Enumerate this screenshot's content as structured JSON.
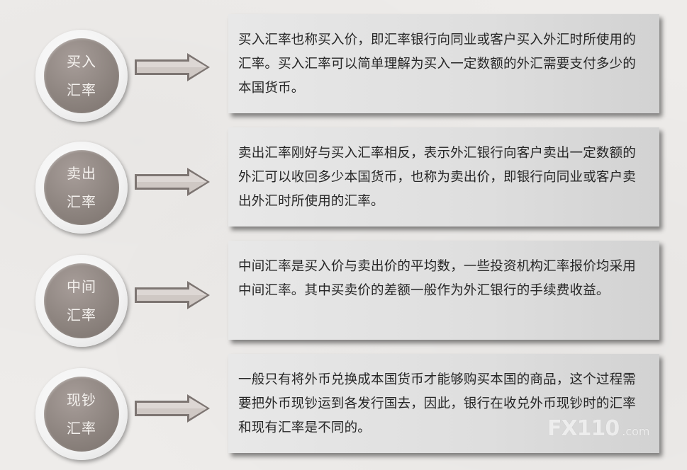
{
  "items": [
    {
      "label_line1": "买入",
      "label_line2": "汇率",
      "text": "买入汇率也称买入价，即汇率银行向同业或客户买入外汇时所使用的汇率。买入汇率可以简单理解为买入一定数额的外汇需要支付多少的本国货币。"
    },
    {
      "label_line1": "卖出",
      "label_line2": "汇率",
      "text": "卖出汇率刚好与买入汇率相反，表示外汇银行向客户卖出一定数额的外汇可以收回多少本国货币，也称为卖出价，即银行向同业或客户卖出外汇时所使用的汇率。"
    },
    {
      "label_line1": "中间",
      "label_line2": "汇率",
      "text": "中间汇率是买入价与卖出价的平均数，一些投资机构汇率报价均采用中间汇率。其中买卖价的差额一般作为外汇银行的手续费收益。"
    },
    {
      "label_line1": "现钞",
      "label_line2": "汇率",
      "text": "一般只有将外币兑换成本国货币才能够购买本国的商品，这个过程需要把外币现钞运到各发行国去，因此，银行在收兑外币现钞时的汇率和现有汇率是不同的。"
    }
  ],
  "watermark": {
    "brand": "FX110",
    "suffix": ".com"
  },
  "colors": {
    "circle_fill": "#8e8580",
    "arrow_fill": "#c8c0bc",
    "box_fill": "#dedede"
  },
  "icons": {
    "arrow": "right-arrow-icon"
  }
}
